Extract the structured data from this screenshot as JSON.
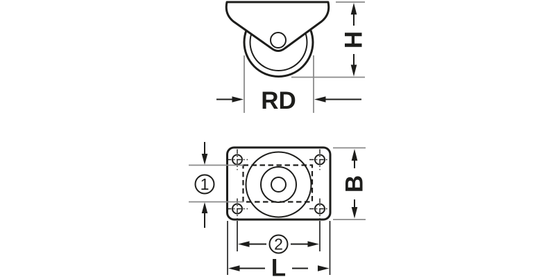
{
  "figure": {
    "side_view": {
      "dim_height": "H",
      "dim_wheel_diameter": "RD"
    },
    "top_view": {
      "dim_plate_width": "B",
      "dim_plate_length": "L",
      "dim_hole_spacing_vertical": "1",
      "dim_hole_spacing_horizontal": "2"
    }
  },
  "colors": {
    "line": "#1d1d1b",
    "extension_line": "#8a8a8a",
    "background": "#ffffff"
  }
}
